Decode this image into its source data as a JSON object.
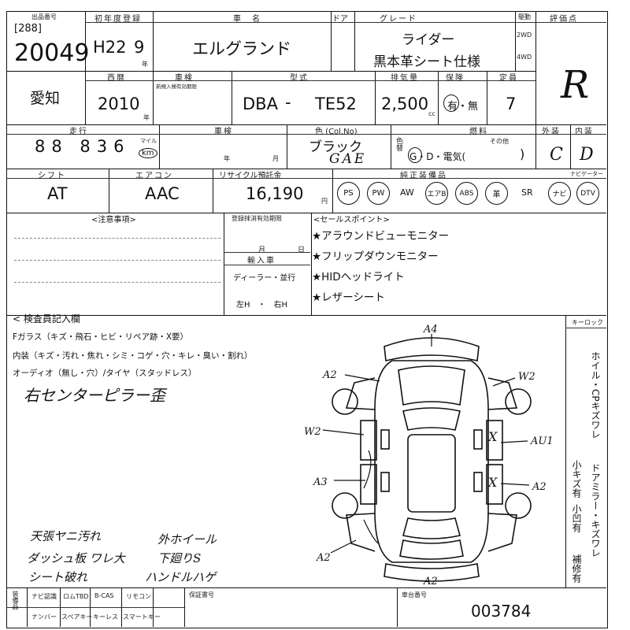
{
  "header": {
    "lot_label": "出品番号",
    "lot_prefix": "[288]",
    "lot_number": "20049",
    "first_reg_label": "初年度登録",
    "first_reg_era": "H22",
    "first_reg_month": "9",
    "first_reg_unit": "年",
    "model_label": "車　名",
    "model_name": "エルグランド",
    "door_label": "ドア",
    "grade_label": "グレード",
    "grade_line1": "ライダー",
    "grade_line2": "黒本革シート仕様",
    "drive_label": "駆動",
    "drive_2wd": "2WD",
    "drive_4wd": "4WD",
    "score_label": "評価点",
    "score_value": "R"
  },
  "row2": {
    "place": "愛知",
    "year_label": "西暦",
    "year_value": "2010",
    "year_unit": "年",
    "inspection_label": "車検",
    "inspection_note": "新規入検有効期限",
    "type_label": "型式",
    "type_code": "DBA",
    "type_dash": "-",
    "type_model": "TE52",
    "displacement_label": "排気量",
    "displacement_value": "2,500",
    "displacement_unit": "cc",
    "insurance_label": "保険",
    "insurance_value": "有・無",
    "seats_label": "定員",
    "seats_value": "7"
  },
  "row3": {
    "mileage_label": "走行",
    "mileage_value": "88 836",
    "mileage_unit": "km",
    "mileage_unit_top": "マイル",
    "history_label": "車検",
    "history_year": "年",
    "history_month": "月",
    "color_label": "色 (Col.No)",
    "color_value": "ブラック",
    "color_code": "GAE",
    "recolor_label": "色替",
    "fuel_label": "燃料",
    "fuel_value": "G・D・電気(",
    "fuel_other": "その他",
    "fuel_close": ")",
    "exterior_label": "外装",
    "interior_label": "内装",
    "exterior_value": "C",
    "interior_value": "D"
  },
  "row4": {
    "shift_label": "シフト",
    "shift_value": "AT",
    "ac_label": "エアコン",
    "ac_value": "AAC",
    "recycle_label": "リサイクル預託金",
    "recycle_value": "16,190",
    "recycle_unit": "円",
    "equip_label": "純正装備品",
    "navi_label": "ナビゲーター",
    "equipment": [
      "PS",
      "PW",
      "AW",
      "エアB",
      "ABS",
      "革",
      "SR",
      "ナビ",
      "DTV"
    ]
  },
  "notes": {
    "caution_label": "<注意事項>",
    "expiry_label": "登録抹消有効期限",
    "expiry_month": "月",
    "expiry_day": "日",
    "import_label": "輸入車",
    "import_dealer": "ディーラー・並行",
    "import_side": "左H　・　右H",
    "sales_label": "<セールスポイント>",
    "sales_points": [
      "★アラウンドビューモニター",
      "★フリップダウンモニター",
      "★HIDヘッドライト",
      "★レザーシート"
    ]
  },
  "inspection": {
    "label": "< 検査員記入欄",
    "glass": "Fガラス（キズ・飛石・ヒビ・リペア跡・X要）",
    "interior": "内装（キズ・汚れ・焦れ・シミ・コゲ・穴・キレ・臭い・割れ）",
    "audio": "オーディオ（無し・穴）/タイヤ（スタッドレス）",
    "remark": "右センターピラー歪",
    "handnotes": [
      "天張ヤニ汚れ",
      "ダッシュ板 ワレ大",
      "シート破れ",
      "外ホイール",
      "下廻りS",
      "ハンドルハゲ"
    ],
    "keylock_label": "キーロック",
    "side_remarks": [
      "ホイル・CPキズワレ",
      "ドアミラー・キズワレ",
      "小キズ有",
      "小凹有",
      "補修有"
    ]
  },
  "diagram": {
    "labels": {
      "a4": "A4",
      "a2_top_left": "A2",
      "w2_top_right": "W2",
      "w2_left": "W2",
      "au1": "AU1",
      "a3": "A3",
      "a2_right": "A2",
      "a2_bottom_left": "A2",
      "a2_bottom": "A2",
      "x1": "X",
      "x2": "X"
    }
  },
  "footer": {
    "equipment_label": "装備品",
    "row1": [
      "ナビ認識",
      "ロムTBD",
      "B-CAS",
      "リモコン"
    ],
    "row2": [
      "ナンバー",
      "スペアキー",
      "キーレス",
      "スマートキー"
    ],
    "repair_label": "保証書号",
    "car_number_label": "車台番号",
    "car_number": "003784"
  }
}
